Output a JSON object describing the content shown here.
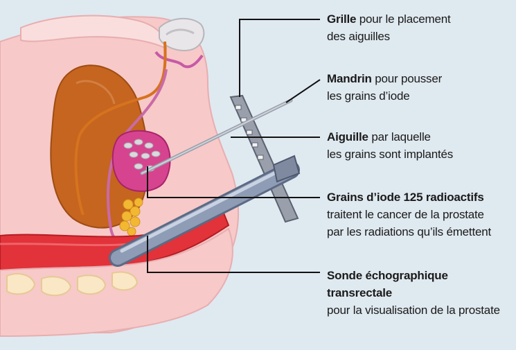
{
  "labels": [
    {
      "bold": "Grille",
      "rest": " pour le placement",
      "line2": "des aiguilles",
      "line3": ""
    },
    {
      "bold": "Mandrin",
      "rest": " pour pousser",
      "line2": "les grains d’iode",
      "line3": ""
    },
    {
      "bold": "Aiguille",
      "rest": " par laquelle",
      "line2": "les grains sont implantés",
      "line3": ""
    },
    {
      "bold": "Grains d’iode 125 radioactifs",
      "rest": "",
      "line2": "traitent le cancer de la prostate",
      "line3": "par les radiations qu’ils émettent"
    },
    {
      "bold": "Sonde échographique",
      "rest": "",
      "line2": "transrectale",
      "line3": "pour la visualisation de la prostate"
    }
  ],
  "colors": {
    "background": "#dfe9f0",
    "skin": "#f7c9c8",
    "bladder": "#c5651f",
    "prostate": "#d6448f",
    "rectum": "#e2323a",
    "probe": "#8e9cb5",
    "urethra_line": "#d6731f",
    "leader_lines": "#111111"
  }
}
